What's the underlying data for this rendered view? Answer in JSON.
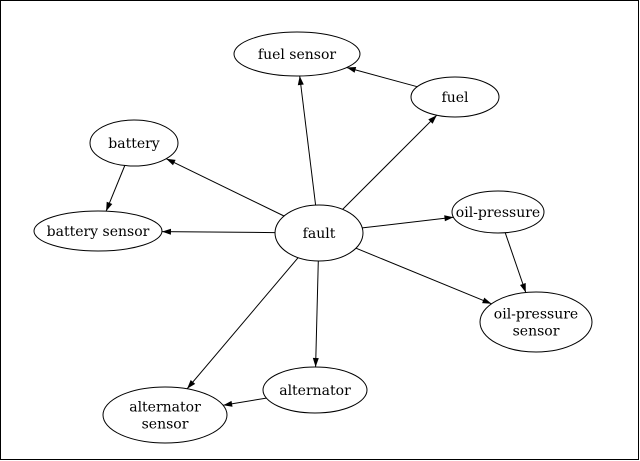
{
  "diagram": {
    "nodes": [
      {
        "id": "fault",
        "lines": [
          "fault"
        ]
      },
      {
        "id": "fuel-sensor",
        "lines": [
          "fuel  sensor"
        ]
      },
      {
        "id": "fuel",
        "lines": [
          "fuel"
        ]
      },
      {
        "id": "battery",
        "lines": [
          "battery"
        ]
      },
      {
        "id": "battery-sensor",
        "lines": [
          "battery sensor"
        ]
      },
      {
        "id": "oil-pressure",
        "lines": [
          "oil-pressure"
        ]
      },
      {
        "id": "oil-pressure-sensor",
        "lines": [
          "oil-pressure",
          "sensor"
        ]
      },
      {
        "id": "alternator",
        "lines": [
          "alternator"
        ]
      },
      {
        "id": "alternator-sensor",
        "lines": [
          "alternator",
          "sensor"
        ]
      }
    ],
    "edges": [
      {
        "from": "fault",
        "to": "fuel-sensor"
      },
      {
        "from": "fault",
        "to": "fuel"
      },
      {
        "from": "fault",
        "to": "battery"
      },
      {
        "from": "fault",
        "to": "battery-sensor"
      },
      {
        "from": "fault",
        "to": "oil-pressure"
      },
      {
        "from": "fault",
        "to": "oil-pressure-sensor"
      },
      {
        "from": "fault",
        "to": "alternator"
      },
      {
        "from": "fault",
        "to": "alternator-sensor"
      },
      {
        "from": "fuel",
        "to": "fuel-sensor"
      },
      {
        "from": "battery",
        "to": "battery-sensor"
      },
      {
        "from": "oil-pressure",
        "to": "oil-pressure-sensor"
      },
      {
        "from": "alternator",
        "to": "alternator-sensor"
      }
    ]
  }
}
